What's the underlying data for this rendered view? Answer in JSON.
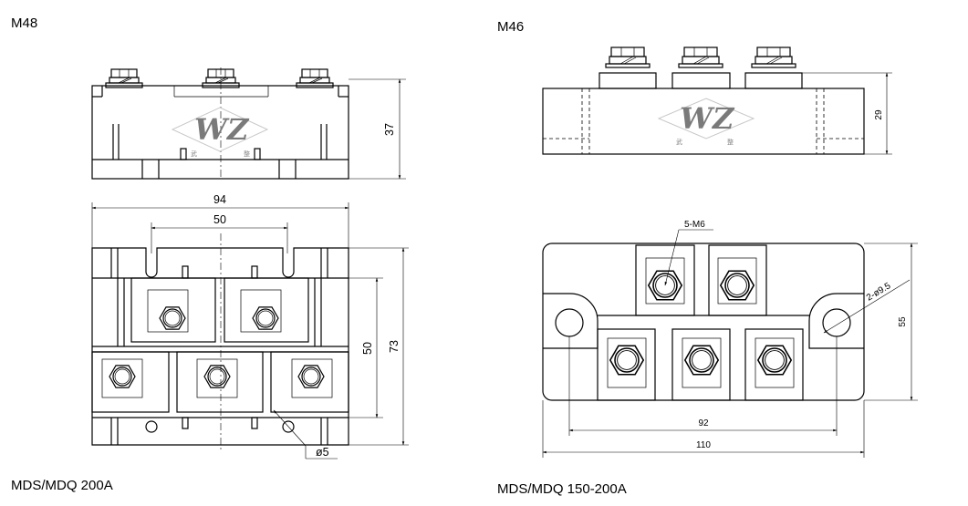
{
  "left": {
    "model_label": "M48",
    "series_label": "MDS/MDQ   200A",
    "dims": {
      "height": "37",
      "width": "94",
      "inner_width": "50",
      "inner_height": "50",
      "depth": "73",
      "hole": "ø5"
    }
  },
  "right": {
    "model_label": "M46",
    "series_label": "MDS/MDQ  150-200A",
    "dims": {
      "height": "29",
      "thread": "5-M6",
      "hole": "2-ø9.5",
      "depth": "55",
      "pitch": "92",
      "width": "110"
    }
  },
  "logo": {
    "mark": "WZ",
    "left_char": "武",
    "right_char": "整"
  }
}
